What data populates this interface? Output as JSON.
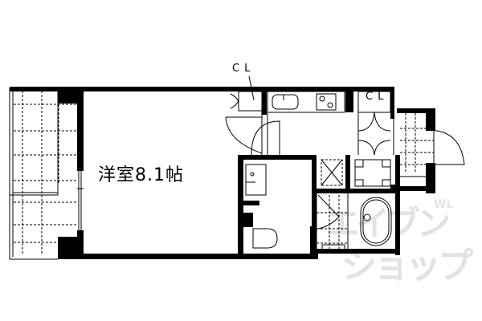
{
  "floor_plan": {
    "main_room": {
      "label": "洋室8.1帖"
    },
    "closets": [
      {
        "label": "CL"
      },
      {
        "label": "CL"
      }
    ],
    "watermark": {
      "line1": "エイブン",
      "line2": "ショップ",
      "badge": "WL"
    }
  }
}
